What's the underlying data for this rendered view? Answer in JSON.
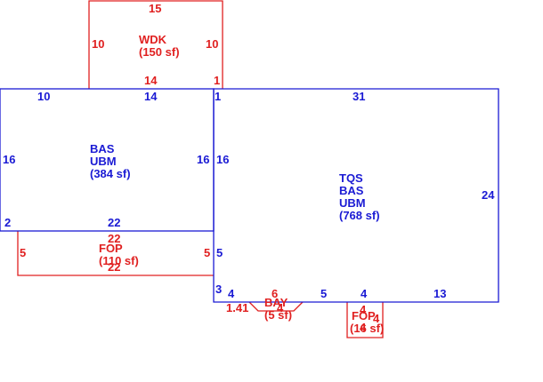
{
  "colors": {
    "primary_area": "#1a1ad4",
    "secondary_area": "#e02020",
    "background": "#ffffff"
  },
  "areas": {
    "wdk": {
      "codes": [
        "WDK"
      ],
      "area": "(150 sf)"
    },
    "left": {
      "codes": [
        "BAS",
        "UBM"
      ],
      "area": "(384 sf)"
    },
    "right": {
      "codes": [
        "TQS",
        "BAS",
        "UBM"
      ],
      "area": "(768 sf)"
    },
    "fop_main": {
      "codes": [
        "FOP"
      ],
      "area": "(110 sf)"
    },
    "bay": {
      "codes": [
        "BAY"
      ],
      "area": "(5 sf)"
    },
    "fop_small": {
      "codes": [
        "FOP"
      ],
      "area": "(16 sf)"
    }
  },
  "dimensions": {
    "wdk_top": "15",
    "wdk_left": "10",
    "wdk_right": "10",
    "wdk_bottom": "14",
    "wdk_bottom_right": "1",
    "left_top_a": "10",
    "left_top_b": "14",
    "left_left": "16",
    "left_right": "16",
    "left_bottom_corner": "2",
    "left_bottom": "22",
    "right_top_left": "1",
    "right_top": "31",
    "right_left": "16",
    "right_right": "24",
    "fop_top": "22",
    "fop_bottom": "22",
    "fop_left": "5",
    "fop_right": "5",
    "step": "5",
    "step_short": "3",
    "bottom_a": "4",
    "bay_diag": "1.41",
    "bay_top": "6",
    "bay_bottom": "4",
    "bottom_b": "5",
    "bottom_c": "4",
    "bottom_d": "13",
    "fop_small_top": "4",
    "fop_small_side": "4",
    "fop_small_bottom": "4"
  }
}
